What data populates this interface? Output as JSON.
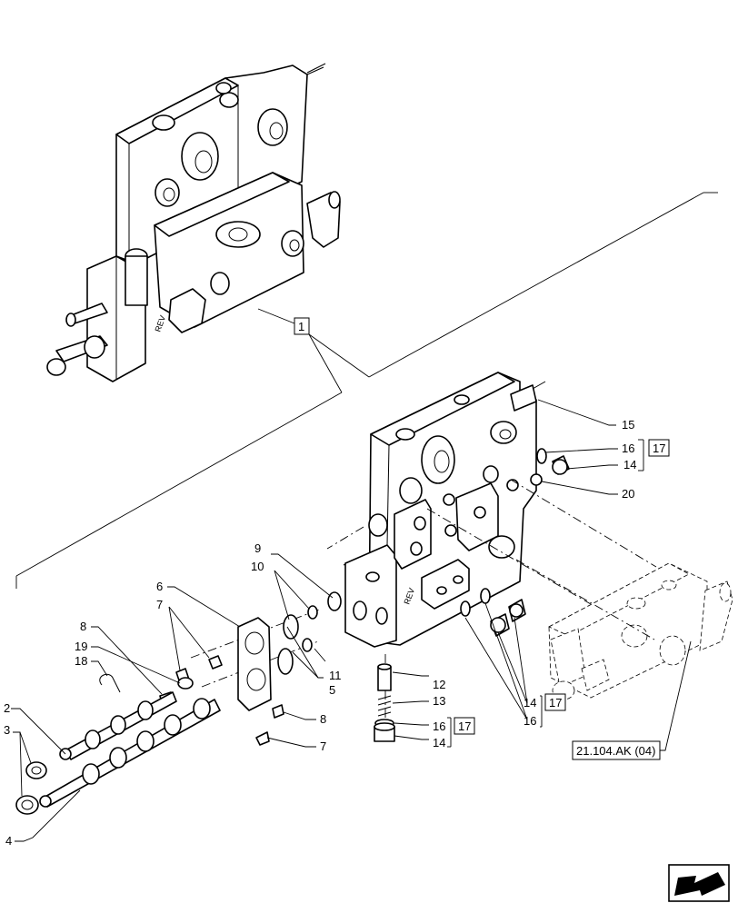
{
  "diagram": {
    "callouts": {
      "c1": "1",
      "c2": "2",
      "c3": "3",
      "c4": "4",
      "c5": "5",
      "c6": "6",
      "c7a": "7",
      "c7b": "7",
      "c8a": "8",
      "c8b": "8",
      "c9": "9",
      "c10": "10",
      "c11": "11",
      "c12": "12",
      "c13": "13",
      "c14a": "14",
      "c14b": "14",
      "c14c": "14",
      "c15": "15",
      "c16a": "16",
      "c16b": "16",
      "c16c": "16",
      "c17a": "17",
      "c17b": "17",
      "c17c": "17",
      "c18": "18",
      "c19": "19",
      "c20": "20"
    },
    "reference": "21.104.AK (04)",
    "valve_marking": "REV"
  },
  "icons": {
    "nav": "next-page-arrow-icon"
  }
}
